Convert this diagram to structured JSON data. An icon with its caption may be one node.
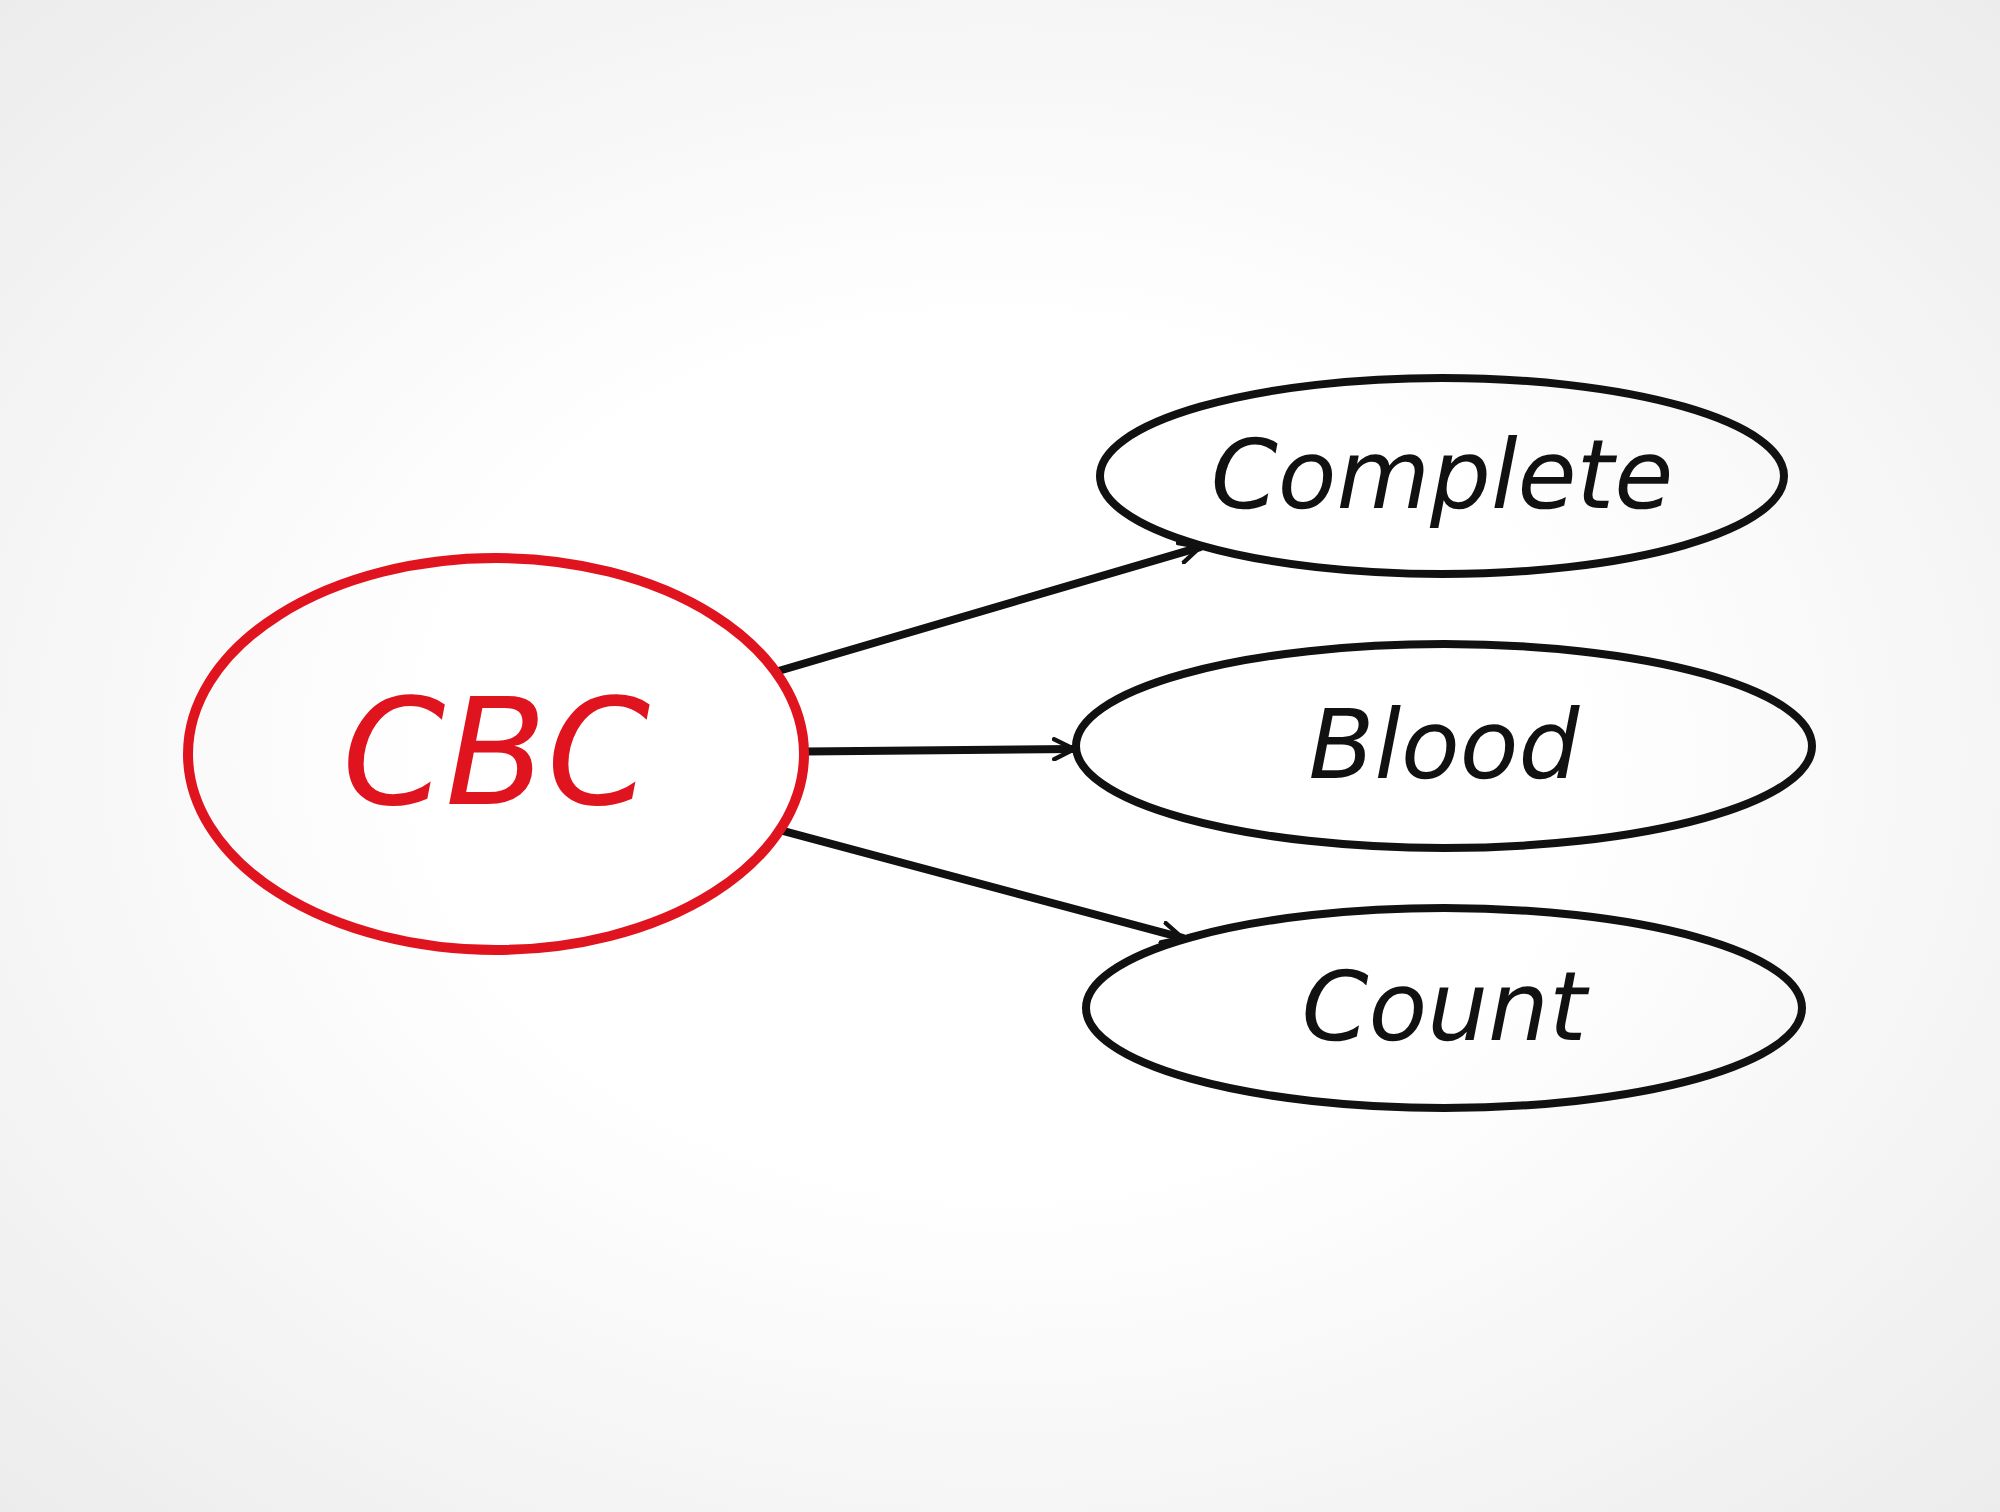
{
  "diagram": {
    "nodes": [
      {
        "text": [
          "CBC"
        ]
      },
      {
        "text": [
          "Complete"
        ]
      },
      {
        "text": [
          "Blood"
        ]
      },
      {
        "text": [
          "Count"
        ]
      }
    ],
    "edges": [
      {
        "from": 0,
        "to": 1,
        "arrow": "to"
      },
      {
        "from": 0,
        "to": 2,
        "arrow": "to"
      },
      {
        "from": 0,
        "to": 3,
        "arrow": "to"
      }
    ]
  }
}
